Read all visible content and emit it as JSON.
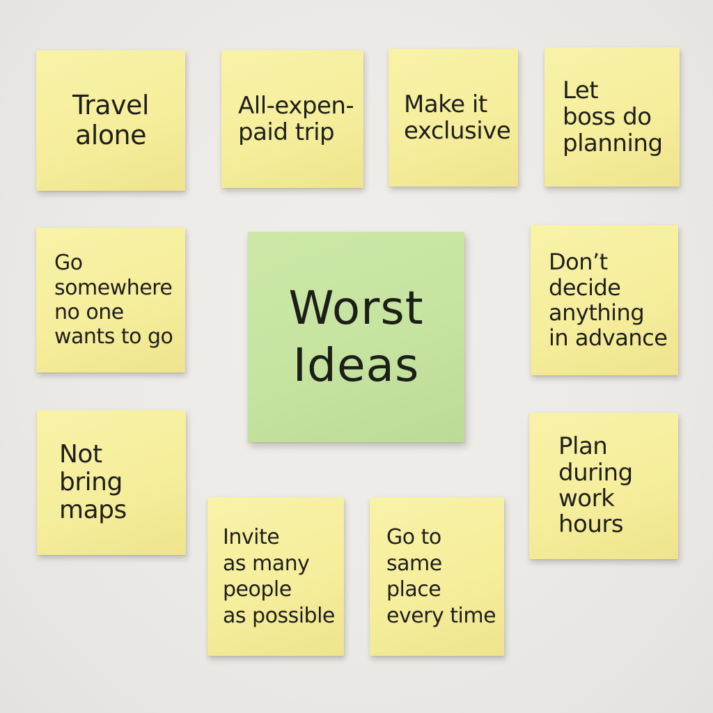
{
  "board": {
    "center_note": {
      "lines": [
        "Worst",
        "Ideas"
      ]
    },
    "notes": [
      {
        "lines": [
          "Travel",
          "alone"
        ]
      },
      {
        "lines": [
          "All-expen-",
          "paid trip"
        ]
      },
      {
        "lines": [
          "Make it",
          "exclusive"
        ]
      },
      {
        "lines": [
          "Let",
          "boss do",
          "planning"
        ]
      },
      {
        "lines": [
          "Go",
          "somewhere",
          "no one",
          "wants to go"
        ]
      },
      {
        "lines": [
          "Don’t",
          "decide",
          "anything",
          "in advance"
        ]
      },
      {
        "lines": [
          "Not",
          "bring",
          "maps"
        ]
      },
      {
        "lines": [
          "Plan",
          "during",
          "work",
          "hours"
        ]
      },
      {
        "lines": [
          "Invite",
          "as many",
          "people",
          "as possible"
        ]
      },
      {
        "lines": [
          "Go to",
          "same",
          "place",
          "every time"
        ]
      }
    ]
  },
  "colors": {
    "wall": "#ebe9e5",
    "yellow_note": "#f5ee9c",
    "green_note": "#c6e3a0",
    "ink": "#1e1e1a"
  }
}
